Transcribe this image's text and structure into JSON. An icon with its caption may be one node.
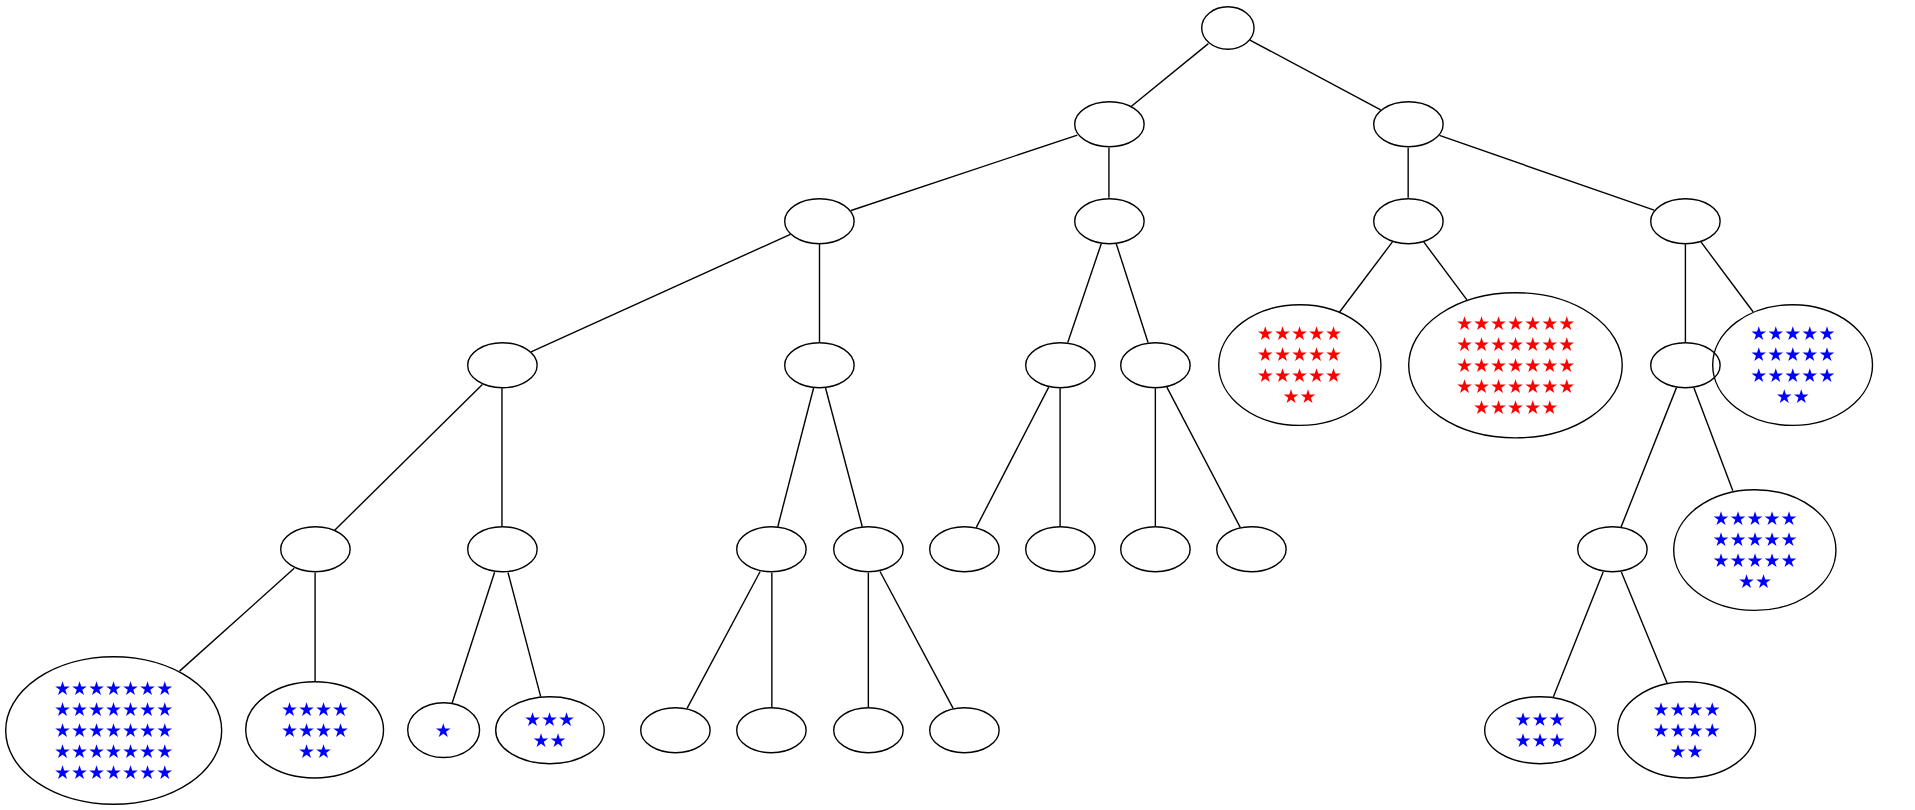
{
  "diagram": {
    "nodes": [
      {
        "text": [],
        "shape": "ellipse"
      },
      {
        "text": [],
        "shape": "ellipse"
      },
      {
        "text": [],
        "shape": "ellipse"
      },
      {
        "text": [],
        "shape": "ellipse"
      },
      {
        "text": [],
        "shape": "ellipse"
      },
      {
        "text": [],
        "shape": "ellipse"
      },
      {
        "text": [],
        "shape": "ellipse"
      },
      {
        "text": [],
        "shape": "ellipse"
      },
      {
        "text": [],
        "shape": "ellipse"
      },
      {
        "text": [],
        "shape": "ellipse"
      },
      {
        "text": [],
        "shape": "ellipse"
      },
      {
        "text": [
          "★★★★★ ★★★★★ ★★★★★ ★★"
        ]
      },
      {
        "text": [
          "★★★★★★★ ★★★★★★★ ★★★★★★★ ★★★★★★★ ★★★★★"
        ]
      },
      {
        "text": [],
        "shape": "ellipse"
      },
      {
        "text": [
          "★★★★★ ★★★★★ ★★★★★ ★★"
        ]
      },
      {
        "text": [],
        "shape": "ellipse"
      },
      {
        "text": [],
        "shape": "ellipse"
      },
      {
        "text": [],
        "shape": "ellipse"
      },
      {
        "text": [],
        "shape": "ellipse"
      },
      {
        "text": [],
        "shape": "ellipse"
      },
      {
        "text": [],
        "shape": "ellipse"
      },
      {
        "text": [],
        "shape": "ellipse"
      },
      {
        "text": [],
        "shape": "ellipse"
      },
      {
        "text": [],
        "shape": "ellipse"
      },
      {
        "text": [
          "★★★★★ ★★★★★ ★★★★★ ★★"
        ]
      },
      {
        "text": [
          "★★★★★★★ ★★★★★★★ ★★★★★★★ ★★★★★★★ ★★★★★★★"
        ]
      },
      {
        "text": [
          "★★★★ ★★★★ ★★"
        ]
      },
      {
        "text": [
          "★"
        ]
      },
      {
        "text": [
          "★★★ ★★"
        ]
      },
      {
        "text": [],
        "shape": "ellipse"
      },
      {
        "text": [],
        "shape": "ellipse"
      },
      {
        "text": [],
        "shape": "ellipse"
      },
      {
        "text": [],
        "shape": "ellipse"
      },
      {
        "text": [
          "★★★ ★★★"
        ]
      },
      {
        "text": [
          "★★★★ ★★★★ ★★"
        ]
      }
    ],
    "edges": [
      {
        "from": 0,
        "to": 1,
        "arrow": "none"
      },
      {
        "from": 0,
        "to": 2,
        "arrow": "none"
      },
      {
        "from": 1,
        "to": 3,
        "arrow": "none"
      },
      {
        "from": 1,
        "to": 4,
        "arrow": "none"
      },
      {
        "from": 2,
        "to": 5,
        "arrow": "none"
      },
      {
        "from": 2,
        "to": 6,
        "arrow": "none"
      },
      {
        "from": 3,
        "to": 7,
        "arrow": "none"
      },
      {
        "from": 3,
        "to": 8,
        "arrow": "none"
      },
      {
        "from": 4,
        "to": 9,
        "arrow": "none"
      },
      {
        "from": 4,
        "to": 10,
        "arrow": "none"
      },
      {
        "from": 5,
        "to": 11,
        "arrow": "none"
      },
      {
        "from": 5,
        "to": 12,
        "arrow": "none"
      },
      {
        "from": 6,
        "to": 13,
        "arrow": "none"
      },
      {
        "from": 6,
        "to": 14,
        "arrow": "none"
      },
      {
        "from": 7,
        "to": 15,
        "arrow": "none"
      },
      {
        "from": 7,
        "to": 16,
        "arrow": "none"
      },
      {
        "from": 8,
        "to": 17,
        "arrow": "none"
      },
      {
        "from": 8,
        "to": 18,
        "arrow": "none"
      },
      {
        "from": 9,
        "to": 19,
        "arrow": "none"
      },
      {
        "from": 9,
        "to": 20,
        "arrow": "none"
      },
      {
        "from": 10,
        "to": 21,
        "arrow": "none"
      },
      {
        "from": 10,
        "to": 22,
        "arrow": "none"
      },
      {
        "from": 13,
        "to": 23,
        "arrow": "none"
      },
      {
        "from": 13,
        "to": 24,
        "arrow": "none"
      },
      {
        "from": 15,
        "to": 25,
        "arrow": "none"
      },
      {
        "from": 15,
        "to": 26,
        "arrow": "none"
      },
      {
        "from": 16,
        "to": 27,
        "arrow": "none"
      },
      {
        "from": 16,
        "to": 28,
        "arrow": "none"
      },
      {
        "from": 17,
        "to": 29,
        "arrow": "none"
      },
      {
        "from": 17,
        "to": 30,
        "arrow": "none"
      },
      {
        "from": 18,
        "to": 31,
        "arrow": "none"
      },
      {
        "from": 18,
        "to": 32,
        "arrow": "none"
      },
      {
        "from": 23,
        "to": 33,
        "arrow": "none"
      },
      {
        "from": 23,
        "to": 34,
        "arrow": "none"
      }
    ]
  }
}
